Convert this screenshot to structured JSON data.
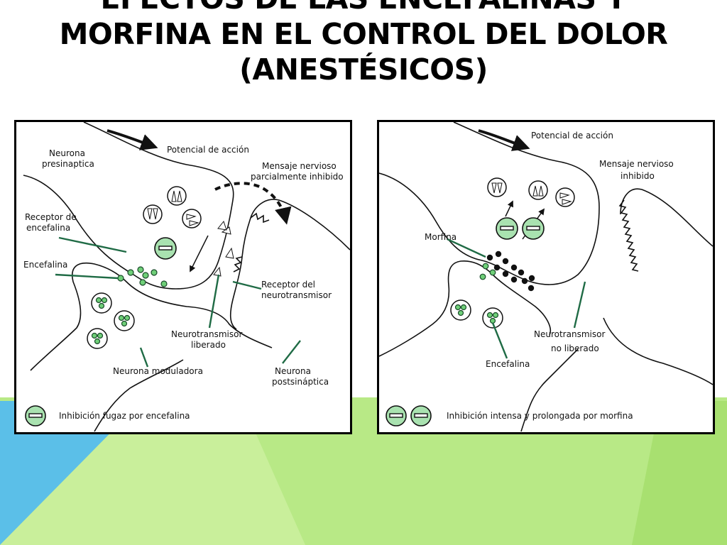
{
  "title": {
    "line1": "EFECTOS DE LAS ENCEFALINAS Y",
    "line2": "MORFINA EN EL CONTROL DEL DOLOR",
    "line3": "(ANESTÉSICOS)"
  },
  "left_panel": {
    "labels": {
      "potencial": "Potencial de acción",
      "neurona_pre_1": "Neurona",
      "neurona_pre_2": "presinaptica",
      "mensaje_1": "Mensaje nervioso",
      "mensaje_2": "parcialmente inhibido",
      "receptor_enc_1": "Receptor de",
      "receptor_enc_2": "encefalina",
      "encefalina": "Encefalina",
      "receptor_neuro_1": "Receptor del",
      "receptor_neuro_2": "neurotransmisor",
      "neuro_lib_1": "Neurotransmisor",
      "neuro_lib_2": "liberado",
      "neurona_mod": "Neurona moduladora",
      "neurona_post_1": "Neurona",
      "neurona_post_2": "postsináptica"
    },
    "legend": "Inhibición fugaz por encefalina"
  },
  "right_panel": {
    "labels": {
      "potencial": "Potencial de acción",
      "mensaje_1": "Mensaje nervioso",
      "mensaje_2": "inhibido",
      "morfina": "Morfina",
      "neuro_1": "Neurotransmisor",
      "neuro_2": "no liberado",
      "encefalina": "Encefalina"
    },
    "legend": "Inhibición intensa y prolongada por morfina"
  },
  "colors": {
    "background_green": "#b8e986",
    "background_blue": "#5bbfe8",
    "leader_green": "#1f6b45",
    "minus_fill": "#a9e2b0"
  }
}
